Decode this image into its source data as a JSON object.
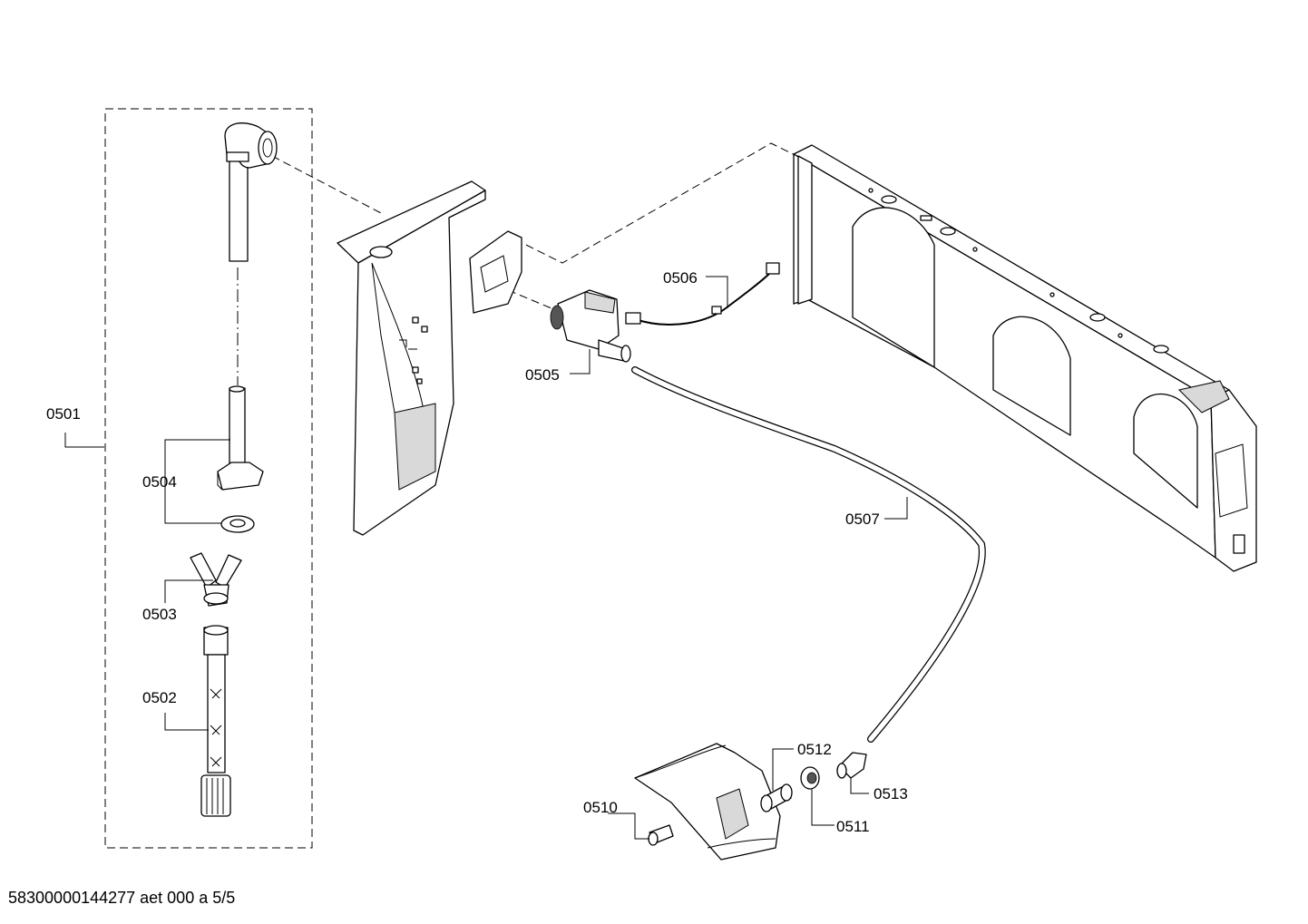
{
  "labels": {
    "p0501": "0501",
    "p0502": "0502",
    "p0503": "0503",
    "p0504": "0504",
    "p0505": "0505",
    "p0506": "0506",
    "p0507": "0507",
    "p0510": "0510",
    "p0511": "0511",
    "p0512": "0512",
    "p0513": "0513"
  },
  "footer": "58300000144277 aet 000 a 5/5"
}
